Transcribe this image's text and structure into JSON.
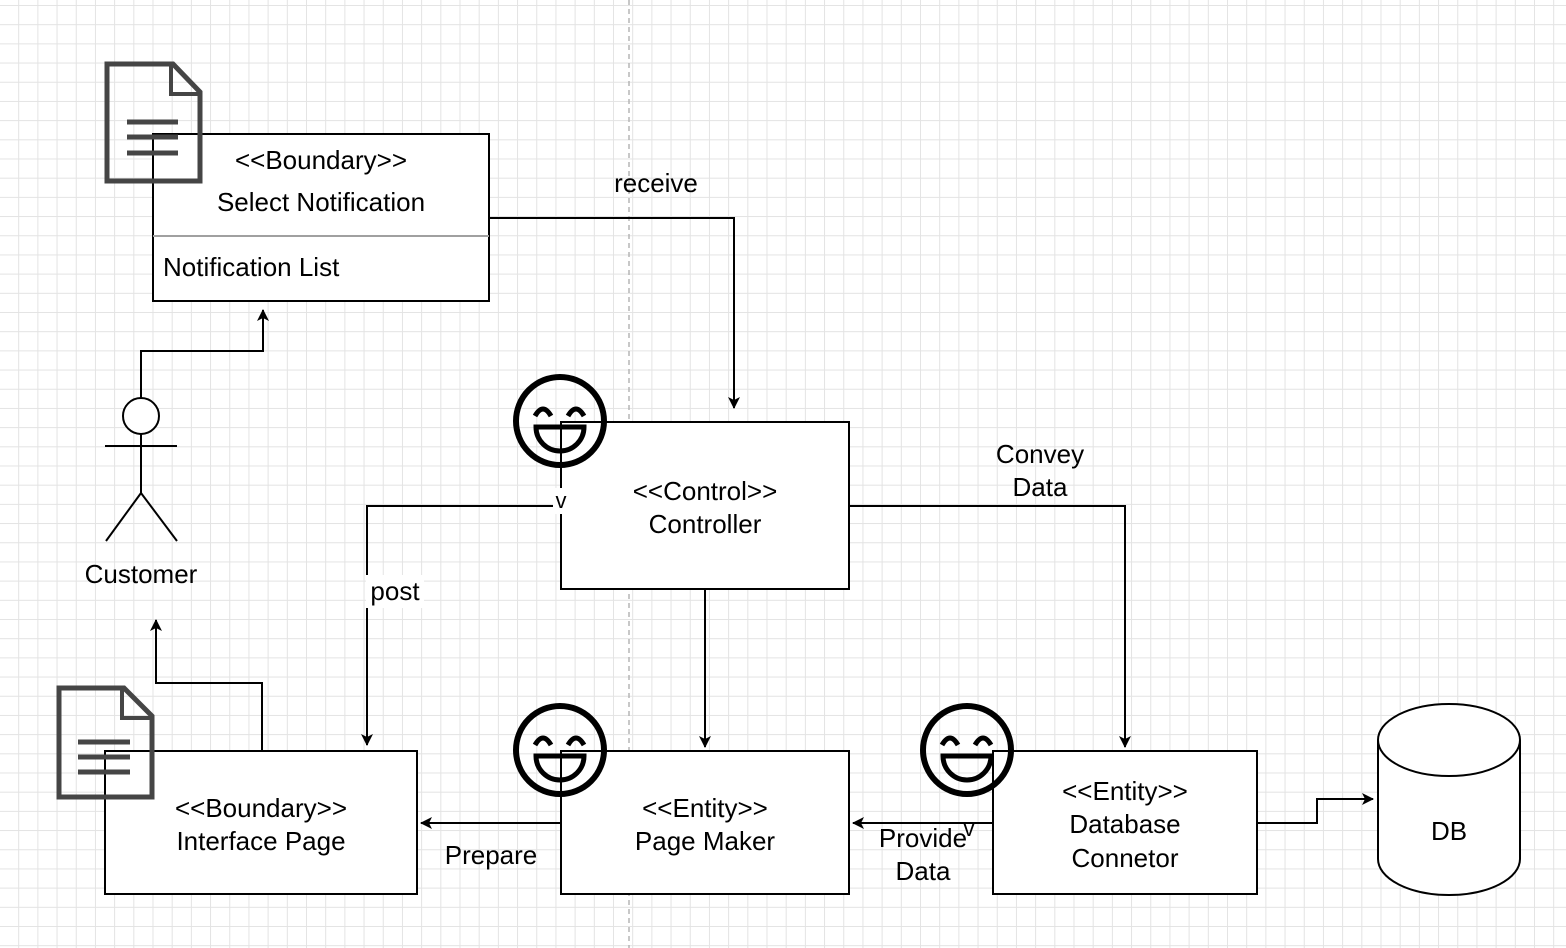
{
  "boxes": {
    "select_notification": {
      "stereotype": "<<Boundary>>",
      "name": "Select Notification",
      "attribute": "Notification List"
    },
    "controller": {
      "stereotype": "<<Control>>",
      "name": "Controller"
    },
    "interface_page": {
      "stereotype": "<<Boundary>>",
      "name": "Interface Page"
    },
    "page_maker": {
      "stereotype": "<<Entity>>",
      "name": "Page Maker"
    },
    "database_connector": {
      "stereotype": "<<Entity>>",
      "name_line1": "Database",
      "name_line2": "Connetor"
    },
    "db": {
      "name": "DB"
    }
  },
  "actor": {
    "name": "Customer"
  },
  "edges": {
    "receive": "receive",
    "post": "post",
    "convey_line1": "Convey",
    "convey_line2": "Data",
    "prepare": "Prepare",
    "provide_line1": "Provide",
    "provide_line2": "Data",
    "v_marker_1": "v",
    "v_marker_2": "v"
  },
  "icons": {
    "document": "document-icon",
    "smiley": "smiley-icon",
    "actor": "stick-figure-icon",
    "database": "cylinder-icon"
  }
}
